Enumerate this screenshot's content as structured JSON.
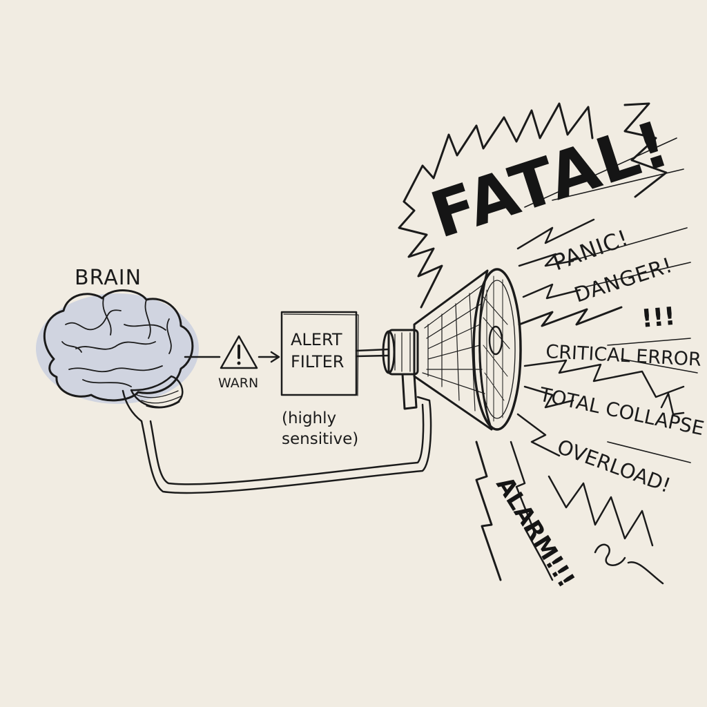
{
  "labels": {
    "brain": "BRAIN",
    "warn": "WARN",
    "filter_line1": "ALERT",
    "filter_line2": "FILTER",
    "note_line1": "(highly",
    "note_line2": "sensitive)"
  },
  "outbursts": {
    "fatal": "FATAL!",
    "panic": "PANIC!",
    "danger": "DANGER!",
    "bangs": "!!!",
    "critical": "CRITICAL ERROR",
    "collapse": "TOTAL COLLAPSE",
    "overload": "OVERLOAD!",
    "alarm": "ALARM!!!"
  },
  "colors": {
    "paper": "#f1ece2",
    "ink": "#1b1b1b",
    "brain_tint": "#9fb0d6"
  }
}
